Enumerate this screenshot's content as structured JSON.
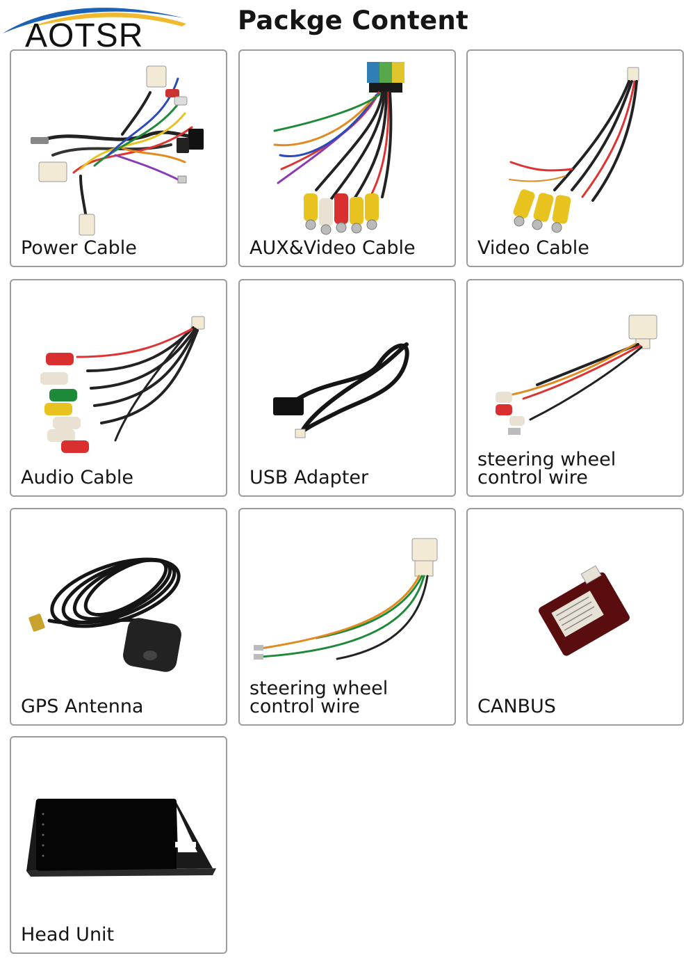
{
  "brand": {
    "logo_text": "AOTSR",
    "swoosh_colors": [
      "#1c63b8",
      "#f0b92e"
    ]
  },
  "page": {
    "title": "Packge Content"
  },
  "items": [
    {
      "label": "Power Cable",
      "icon": "power-cable-harness"
    },
    {
      "label": "AUX&Video Cable",
      "icon": "aux-video-rca-harness"
    },
    {
      "label": "Video Cable",
      "icon": "video-rca-cable"
    },
    {
      "label": "Audio Cable",
      "icon": "audio-rca-harness"
    },
    {
      "label": "USB Adapter",
      "icon": "usb-cable"
    },
    {
      "label": "steering wheel\ncontrol wire",
      "icon": "steering-wheel-wire"
    },
    {
      "label": "GPS Antenna",
      "icon": "gps-antenna"
    },
    {
      "label": "steering wheel\ncontrol wire",
      "icon": "steering-wheel-wire-2"
    },
    {
      "label": "CANBUS",
      "icon": "canbus-box"
    },
    {
      "label": "Head Unit",
      "icon": "head-unit"
    }
  ]
}
